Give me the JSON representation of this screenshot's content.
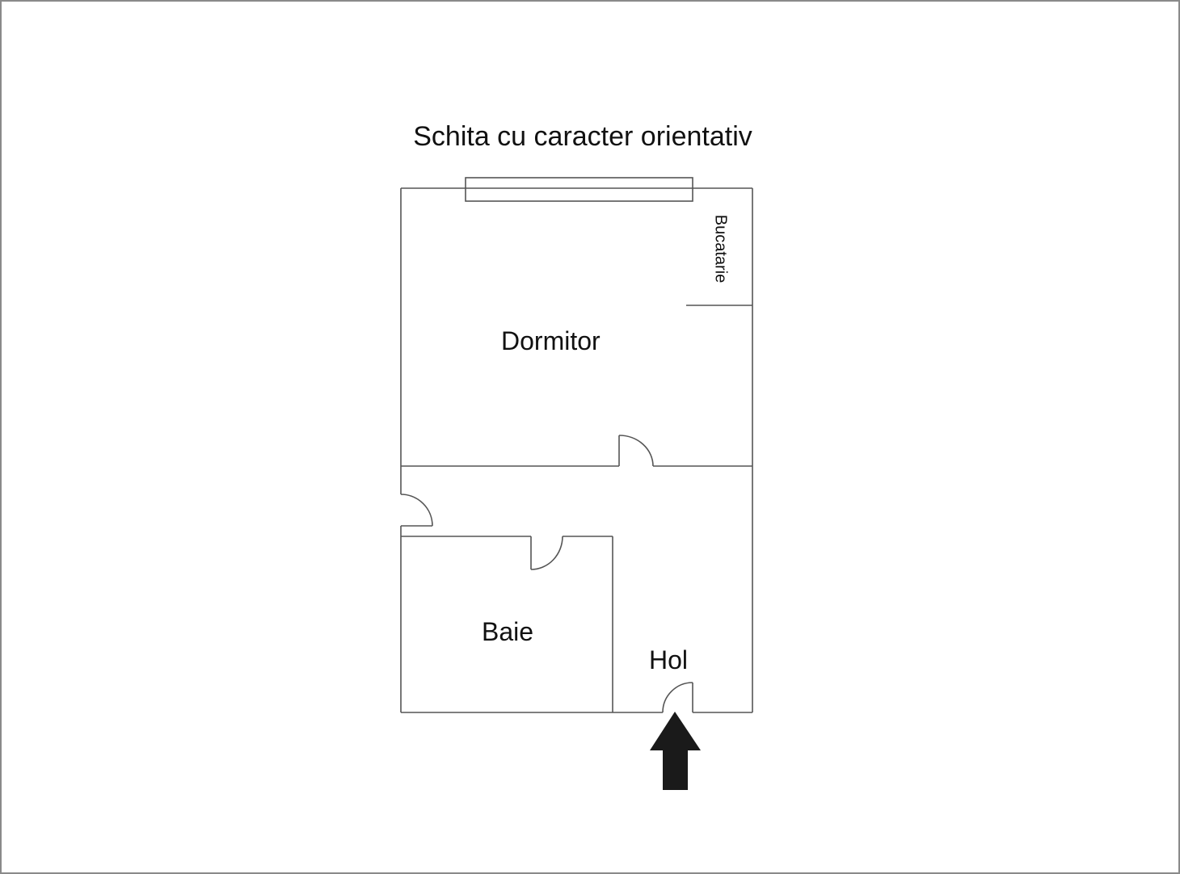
{
  "title": "Schita cu caracter orientativ",
  "rooms": {
    "dormitor": "Dormitor",
    "bucatarie": "Bucatarie",
    "baie": "Baie",
    "hol": "Hol"
  },
  "colors": {
    "wall": "#555555",
    "text": "#111111",
    "arrow": "#1a1a1a",
    "frame": "#8a8a8a"
  },
  "entrance": {
    "icon": "arrow-up-icon"
  }
}
